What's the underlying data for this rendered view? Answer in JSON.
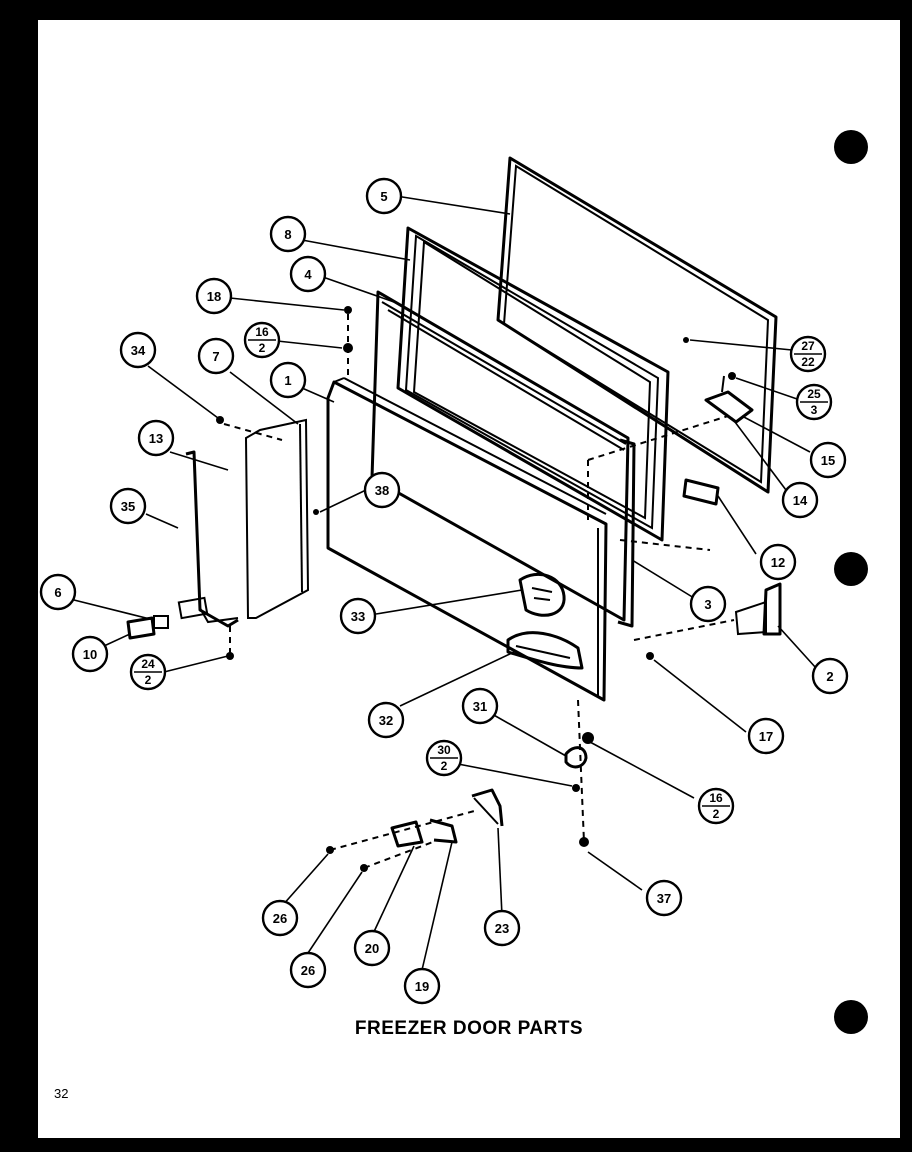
{
  "title": "FREEZER DOOR PARTS",
  "page_number": "32",
  "callouts": [
    {
      "id": "c5",
      "label": "5"
    },
    {
      "id": "c8",
      "label": "8"
    },
    {
      "id": "c4",
      "label": "4"
    },
    {
      "id": "c18",
      "label": "18"
    },
    {
      "id": "c16a",
      "num": "16",
      "den": "2"
    },
    {
      "id": "c34",
      "label": "34"
    },
    {
      "id": "c7",
      "label": "7"
    },
    {
      "id": "c1",
      "label": "1"
    },
    {
      "id": "c13",
      "label": "13"
    },
    {
      "id": "c38",
      "label": "38"
    },
    {
      "id": "c35",
      "label": "35"
    },
    {
      "id": "c6",
      "label": "6"
    },
    {
      "id": "c10",
      "label": "10"
    },
    {
      "id": "c24",
      "num": "24",
      "den": "2"
    },
    {
      "id": "c27",
      "num": "27",
      "den": "22"
    },
    {
      "id": "c25",
      "num": "25",
      "den": "3"
    },
    {
      "id": "c15",
      "label": "15"
    },
    {
      "id": "c14",
      "label": "14"
    },
    {
      "id": "c12",
      "label": "12"
    },
    {
      "id": "c3",
      "label": "3"
    },
    {
      "id": "c2",
      "label": "2"
    },
    {
      "id": "c33",
      "label": "33"
    },
    {
      "id": "c17",
      "label": "17"
    },
    {
      "id": "c32",
      "label": "32"
    },
    {
      "id": "c31",
      "label": "31"
    },
    {
      "id": "c30",
      "num": "30",
      "den": "2"
    },
    {
      "id": "c16b",
      "num": "16",
      "den": "2"
    },
    {
      "id": "c37",
      "label": "37"
    },
    {
      "id": "c26a",
      "label": "26"
    },
    {
      "id": "c26b",
      "label": "26"
    },
    {
      "id": "c20",
      "label": "20"
    },
    {
      "id": "c19",
      "label": "19"
    },
    {
      "id": "c23",
      "label": "23"
    }
  ]
}
